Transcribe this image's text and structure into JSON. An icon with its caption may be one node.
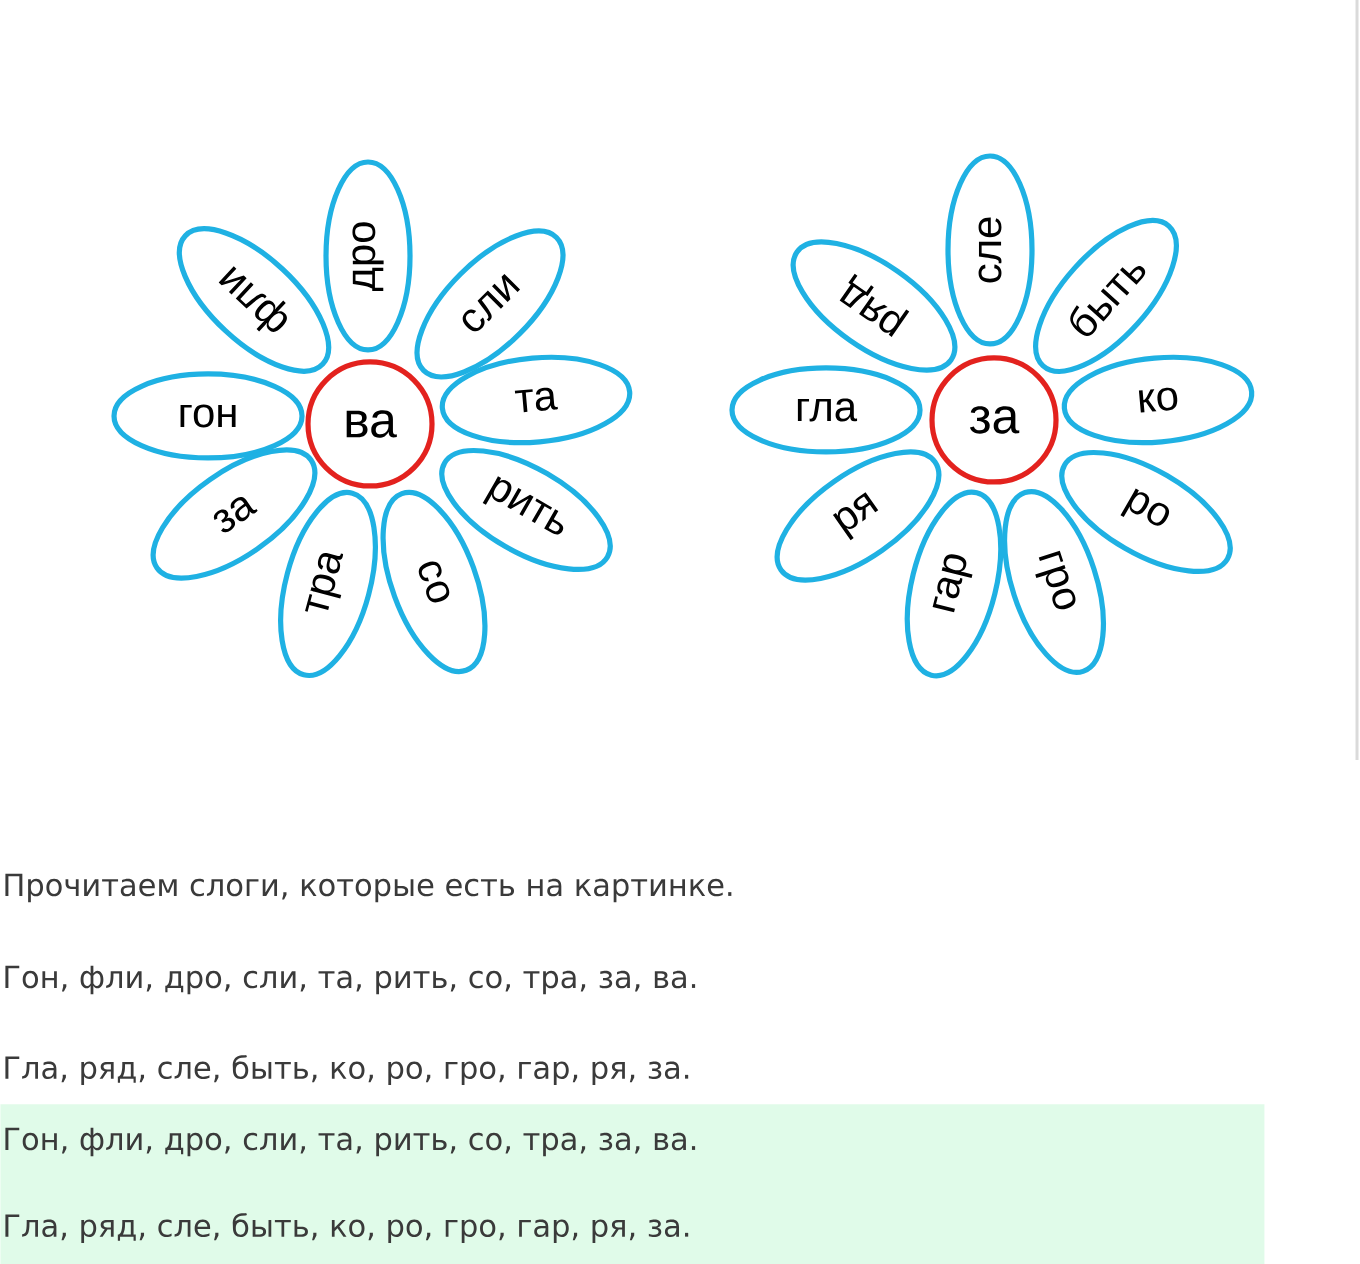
{
  "diagram": {
    "nodes": [
      {
        "text": [
          "гон"
        ]
      },
      {
        "text": [
          "фли"
        ]
      },
      {
        "text": [
          "дро"
        ]
      },
      {
        "text": [
          "сли"
        ]
      },
      {
        "text": [
          "та"
        ]
      },
      {
        "text": [
          "рить"
        ]
      },
      {
        "text": [
          "со"
        ]
      },
      {
        "text": [
          "тра"
        ]
      },
      {
        "text": [
          "за"
        ]
      },
      {
        "text": [
          "ва"
        ]
      },
      {
        "text": [
          "гла"
        ]
      },
      {
        "text": [
          "ряд"
        ]
      },
      {
        "text": [
          "сле"
        ]
      },
      {
        "text": [
          "быть"
        ]
      },
      {
        "text": [
          "ко"
        ]
      },
      {
        "text": [
          "ро"
        ]
      },
      {
        "text": [
          "гро"
        ]
      },
      {
        "text": [
          "гар"
        ]
      },
      {
        "text": [
          "ря"
        ]
      },
      {
        "text": [
          "за"
        ]
      },
      {
        "text": [
          "Гон, фли, дро, сли, та, рить, со, тра, за, ва.",
          "Гла, ряд, сле, быть, ко, ро, гро, гар, ря, за."
        ]
      }
    ],
    "labels": [
      "Прочитаем слоги, которые есть на картинке.",
      "Гон, фли, дро, сли, та, рить, со, тра, за, ва.",
      "Гла, ряд, сле, быть, ко, ро, гро, гар, ря, за."
    ]
  }
}
